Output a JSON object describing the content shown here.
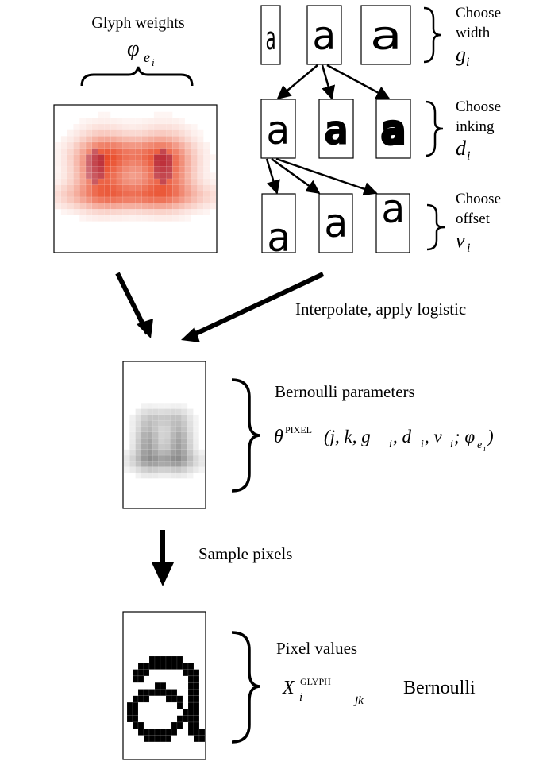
{
  "glyph_weights": {
    "label": "Glyph weights",
    "symbol": "φ",
    "symbol_sub": "e",
    "symbol_sub_sub": "i"
  },
  "template_letter": "a",
  "choices": {
    "width": {
      "line1": "Choose",
      "line2": "width",
      "var": "g",
      "sub": "i"
    },
    "inking": {
      "line1": "Choose",
      "line2": "inking",
      "var": "d",
      "sub": "i"
    },
    "offset": {
      "line1": "Choose",
      "line2": "offset",
      "var": "v",
      "sub": "i"
    }
  },
  "interpolate_label": "Interpolate, apply logistic",
  "bernoulli_params": {
    "label": "Bernoulli parameters",
    "theta": "θ",
    "superscript": "PIXEL",
    "args": "(j, k, g",
    "args_tail": ", d",
    "args_tail2": ", v",
    "args_tail3": "; φ",
    "close": ")",
    "sub_i": "i",
    "sub_e": "e"
  },
  "sample_label": "Sample pixels",
  "pixel_values": {
    "label": "Pixel values",
    "var": "X",
    "sub": "i",
    "superscript": "GLYPH",
    "subscript_jk": "jk",
    "dist": "Bernoulli"
  },
  "colors": {
    "heat_red": "#e8401c",
    "heat_dark": "#b8202a",
    "gray_dark": "#555555",
    "ink": "#000000"
  }
}
